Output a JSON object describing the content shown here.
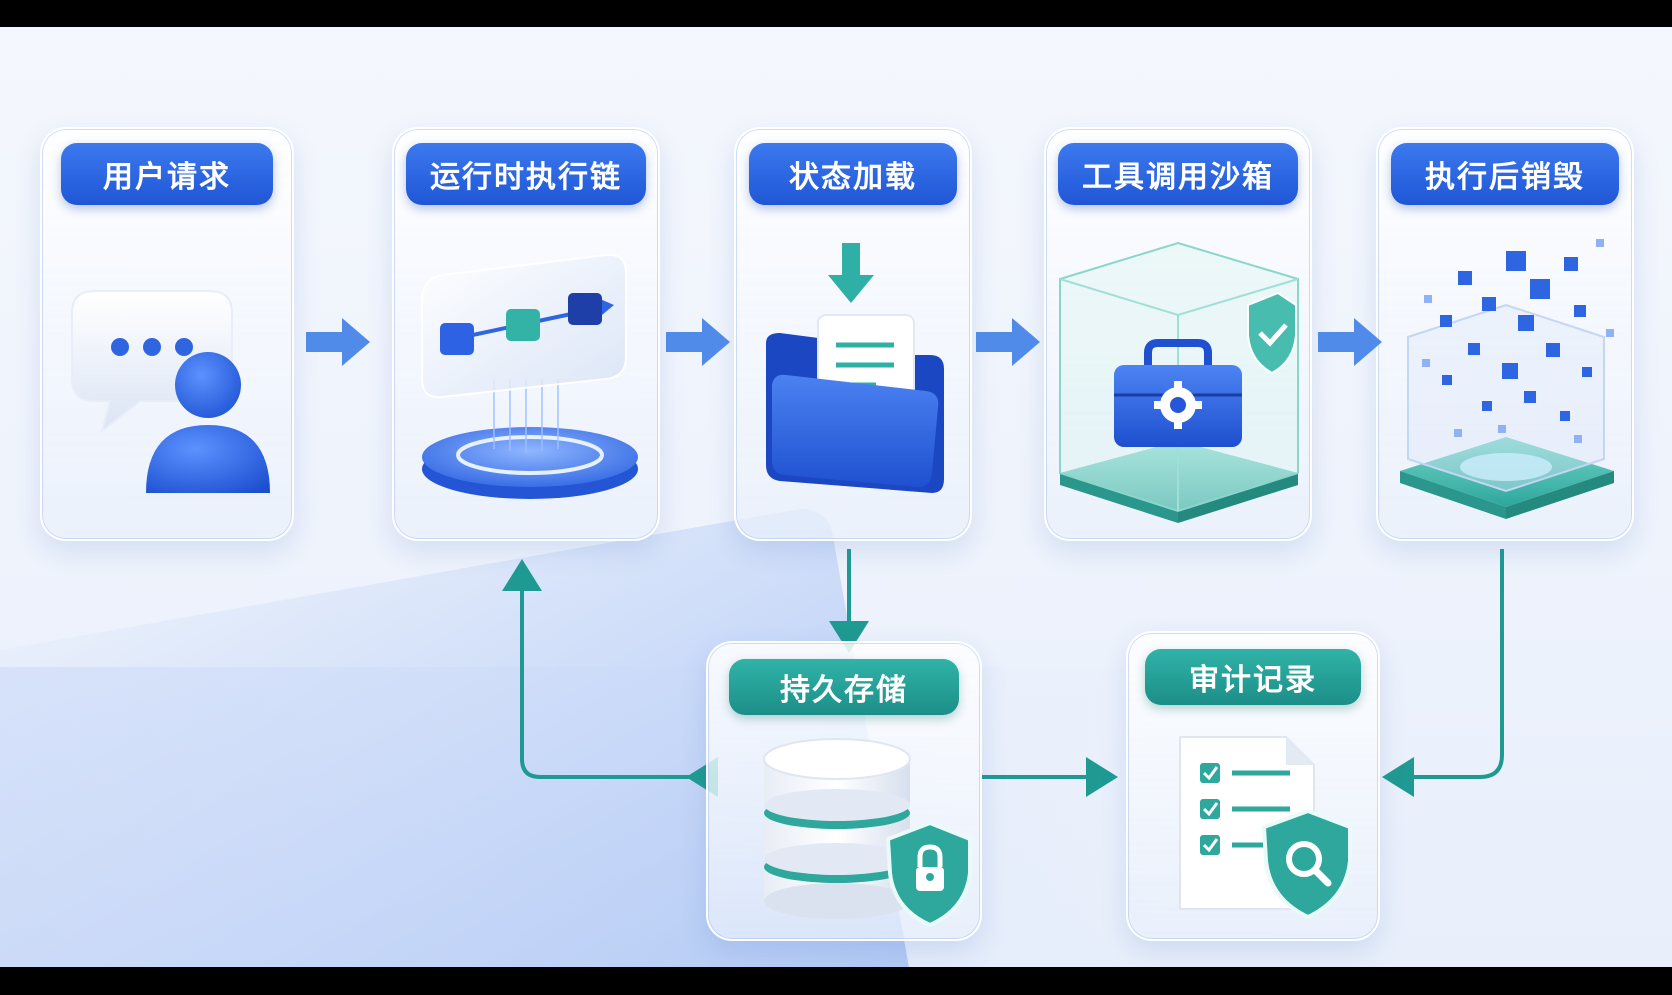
{
  "steps": {
    "user_request": "用户请求",
    "runtime_chain": "运行时执行链",
    "state_load": "状态加载",
    "tool_sandbox": "工具调用沙箱",
    "destroy_after": "执行后销毁",
    "persistent_storage": "持久存储",
    "audit_log": "审计记录"
  },
  "colors": {
    "blue_accent": "#1f56d6",
    "teal_accent": "#1c8e88",
    "flow_arrow": "#3f7fe8",
    "connector": "#1f9a92"
  },
  "icons": {
    "user_request": "chat-bubble-user-icon",
    "runtime_chain": "connected-blocks-platform-icon",
    "state_load": "folder-download-icon",
    "tool_sandbox": "toolbox-glass-cube-shield-icon",
    "destroy_after": "dissolving-cubes-icon",
    "persistent_storage": "database-lock-shield-icon",
    "audit_log": "checklist-magnifier-shield-icon"
  }
}
